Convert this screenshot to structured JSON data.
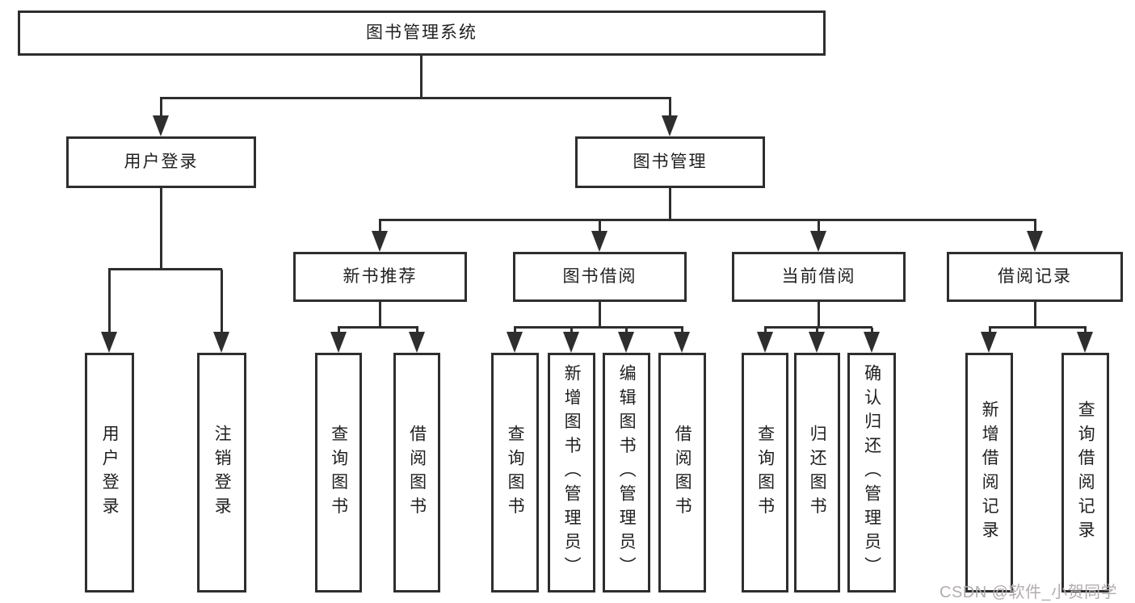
{
  "diagram": {
    "type": "hierarchy-tree",
    "tree": {
      "root": "图书管理系统",
      "branches": [
        {
          "label": "用户登录",
          "leaves": [
            "用户登录",
            "注销登录"
          ]
        },
        {
          "label": "图书管理",
          "groups": [
            {
              "label": "新书推荐",
              "leaves": [
                "查询图书",
                "借阅图书"
              ]
            },
            {
              "label": "图书借阅",
              "leaves": [
                "查询图书",
                "新增图书（管理员）",
                "编辑图书（管理员）",
                "借阅图书"
              ]
            },
            {
              "label": "当前借阅",
              "leaves": [
                "查询图书",
                "归还图书",
                "确认归还（管理员）"
              ]
            },
            {
              "label": "借阅记录",
              "leaves": [
                "新增借阅记录",
                "查询借阅记录"
              ]
            }
          ]
        }
      ]
    },
    "colors": {
      "line": "#2e2e2e",
      "text": "#1f1f1f",
      "background": "#ffffff",
      "watermark": "#b3adad"
    }
  },
  "watermark": "CSDN @软件_小贺同学"
}
